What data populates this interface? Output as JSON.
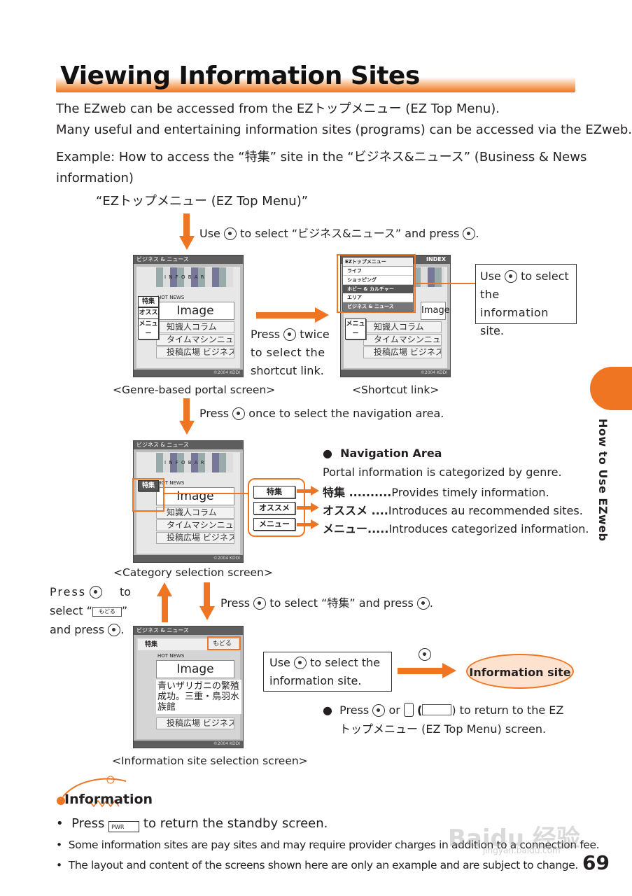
{
  "title": "Viewing Information Sites",
  "intro": {
    "line1": "The EZweb can be accessed from the EZトップメニュー (EZ Top Menu).",
    "line2": "Many useful and entertaining information sites (programs) can be accessed via the EZweb.",
    "example_line1": "Example: How to access the “特集” site in the “ビジネス&ニュース” (Business & News",
    "example_line2": "information)"
  },
  "top_menu_label": "“EZトップメニュー (EZ Top Menu)”",
  "step1": {
    "pre": "Use",
    "post": "to select “ビジネス&ニュース” and press",
    "end": "."
  },
  "screens": {
    "portal_header": "ビジネス & ニュース",
    "infobar": "I N F O B A R",
    "hot_news": "HOT NEWS",
    "image_label": "Image",
    "rows": [
      "知識人コラム",
      "タイムマシンニュース",
      "投稿広場 ビジネス"
    ],
    "tabs": [
      "特集",
      "オススメ",
      "メニュー"
    ],
    "copyright": "©2004 KDDI",
    "shortcut_menu": [
      "EZトップメニュー",
      "ライフ",
      "ショッピング",
      "ホビー & カルチャー",
      "エリア",
      "ビジネス & ニュース"
    ],
    "index": "INDEX",
    "tokushu_header": "特集",
    "modoru": "もどる",
    "info_text": "青いザリガニの繁殖成功。三重・鳥羽水族館"
  },
  "press_twice": {
    "a": "Press",
    "b": "twice",
    "c": "to  select  the",
    "d": "shortcut link."
  },
  "use_select_info": {
    "a": "Use",
    "b": "to select",
    "c": "the  information",
    "d": "site."
  },
  "captions": {
    "genre": "<Genre-based portal screen>",
    "shortcut": "<Shortcut link>",
    "category": "<Category selection screen>",
    "info_site": "<Information site selection screen>"
  },
  "step2": {
    "pre": "Press",
    "post": "once to select the navigation area."
  },
  "nav_area": {
    "heading": "Navigation Area",
    "desc": "Portal information is categorized by genre.",
    "items": [
      {
        "key": "特集 ..........",
        "text": "Provides timely information."
      },
      {
        "key": "オススメ ....",
        "text": "Introduces au recommended sites."
      },
      {
        "key": "メニュー.....",
        "text": "Introduces categorized information."
      }
    ]
  },
  "step3": {
    "pre": "Press",
    "post": "to select “特集” and press",
    "end": "."
  },
  "step_back": {
    "a": "Press",
    "b": "to",
    "c": "select “",
    "d": "”",
    "e": "and press",
    "f": "."
  },
  "use_select_box": {
    "a": "Use",
    "b": "to select the",
    "c": "information site."
  },
  "information_site": "Information site",
  "return_note": {
    "a": "Press",
    "b": "or",
    "c": "(",
    "d": ") to return to the EZ",
    "e": "トップメニュー (EZ Top Menu) screen."
  },
  "information_heading": "Information",
  "bullets": {
    "b1_pre": "Press",
    "b1_key": "PWR",
    "b1_post": "to return the standby screen.",
    "b2": "Some information sites are pay sites and may require provider charges in addition to a connection fee.",
    "b3": "The layout and content of the screens shown here are only an example and are subject to change."
  },
  "side_label": "How to Use EZweb",
  "page_number": "69",
  "watermark": "Baidu 经验",
  "watermark_url": "jingyan.baidu.com",
  "colors": {
    "accent": "#f07522",
    "accent_light": "#fde3cf",
    "text": "#231f20"
  }
}
